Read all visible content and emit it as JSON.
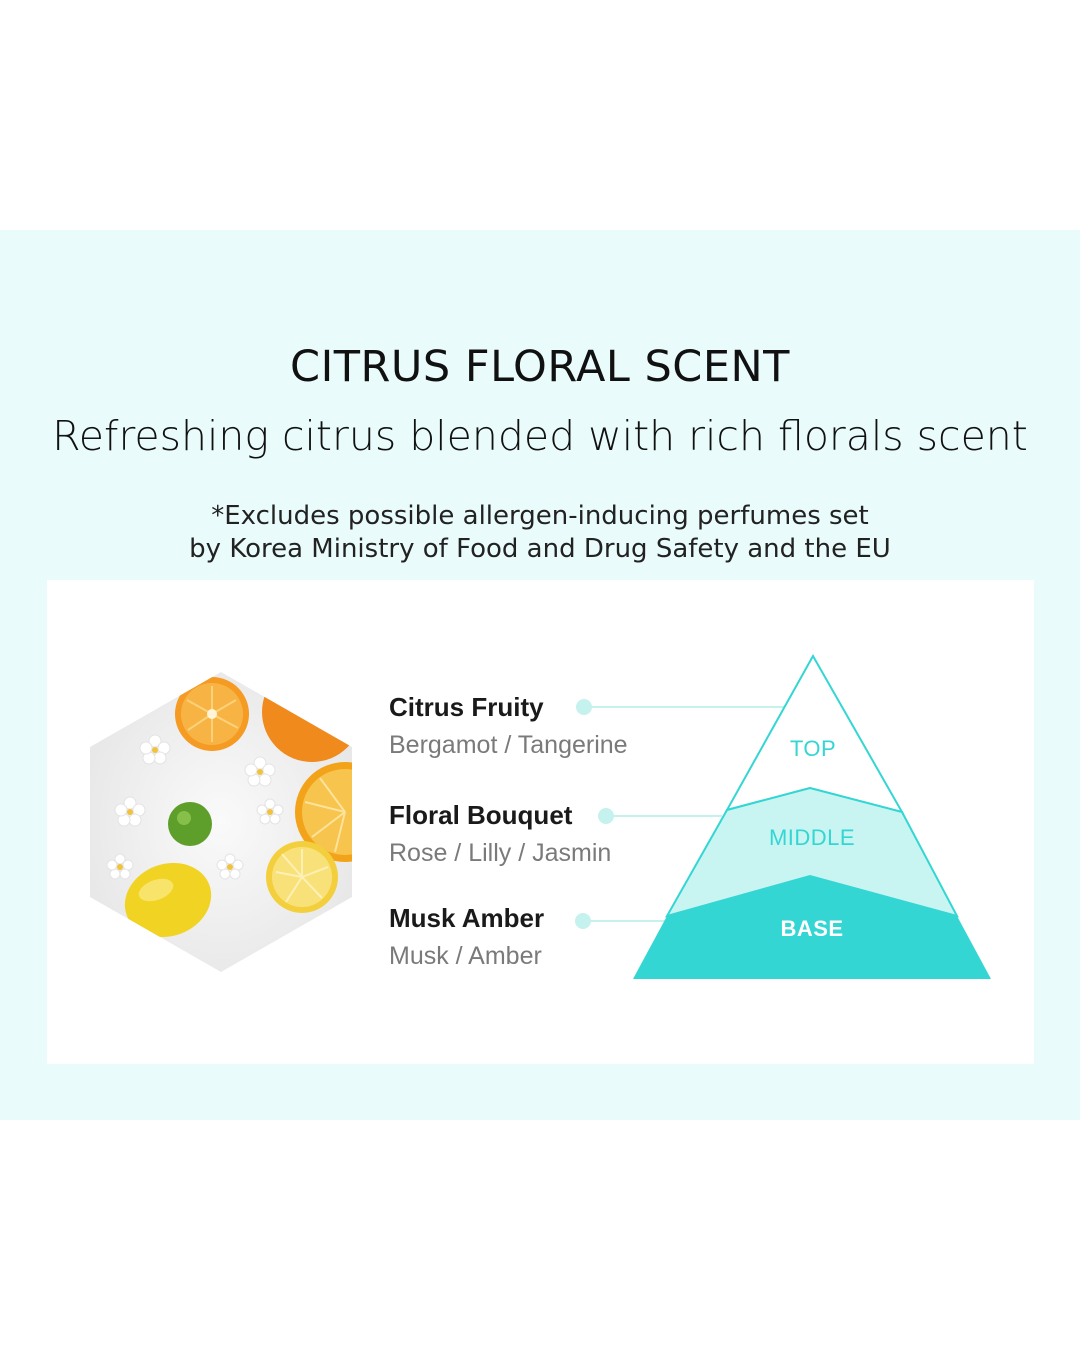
{
  "header": {
    "title": "CITRUS FLORAL SCENT",
    "subtitle": "Refreshing citrus blended with rich florals scent",
    "note_line1": "*Excludes possible allergen-inducing perfumes set",
    "note_line2": "by Korea Ministry of Food and Drug Safety and the EU"
  },
  "notes": [
    {
      "name": "Citrus Fruity",
      "detail": "Bergamot / Tangerine",
      "tier": "TOP"
    },
    {
      "name": "Floral Bouquet",
      "detail": "Rose / Lilly / Jasmin",
      "tier": "MIDDLE"
    },
    {
      "name": "Musk Amber",
      "detail": "Musk / Amber",
      "tier": "BASE"
    }
  ],
  "colors": {
    "band_bg": "#e9fcfb",
    "accent": "#34d6d3",
    "accent_light": "#c8f4f2",
    "connector": "#c5f1ef"
  },
  "image": {
    "subject": "citrus-fruits-and-flowers-hexagon-photo"
  }
}
